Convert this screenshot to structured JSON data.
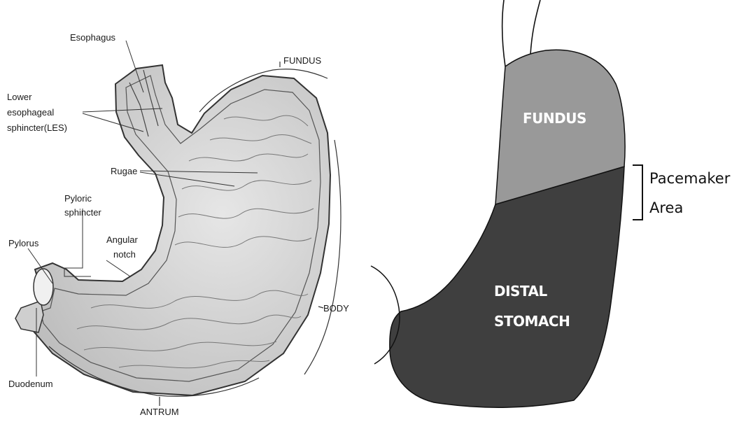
{
  "left_diagram": {
    "labels": {
      "esophagus": "Esophagus",
      "les_line1": "Lower",
      "les_line2": "esophageal",
      "les_line3": "sphincter(LES)",
      "rugae": "Rugae",
      "pyloric_sphincter_line1": "Pyloric",
      "pyloric_sphincter_line2": "sphincter",
      "angular_notch_line1": "Angular",
      "angular_notch_line2": "notch",
      "pylorus": "Pylorus",
      "duodenum": "Duodenum",
      "fundus": "FUNDUS",
      "body": "BODY",
      "antrum": "ANTRUM"
    }
  },
  "right_diagram": {
    "regions": {
      "fundus": "FUNDUS",
      "distal_line1": "DISTAL",
      "distal_line2": "STOMACH"
    },
    "pacemaker_line1": "Pacemaker",
    "pacemaker_line2": "Area"
  },
  "colors": {
    "stomach_fill": "#d7d7d7",
    "stomach_outline": "#333333",
    "fundus_region": "#999999",
    "distal_region": "#3f3f3f"
  }
}
